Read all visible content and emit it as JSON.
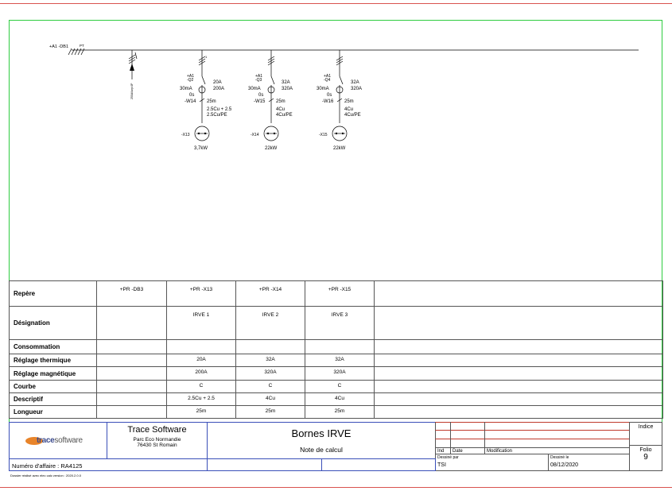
{
  "schematic": {
    "source_label": "+A1 -DB1",
    "source_tag": "PT",
    "feed_label": "250A/Iarp/4P",
    "circuits": [
      {
        "cb": "+A1\n-Q2",
        "in": "20A",
        "im": "200A",
        "rcd": "30mA",
        "delay": "0s",
        "cable": "-W14",
        "length": "25m",
        "section": "2.5Cu + 2.5",
        "section2": "2.5Cu/PE",
        "socket": "-X13",
        "power": "3,7kW"
      },
      {
        "cb": "+A1\n-Q3",
        "in": "32A",
        "im": "320A",
        "rcd": "30mA",
        "delay": "0s",
        "cable": "-W15",
        "length": "25m",
        "section": "4Cu",
        "section2": "4Cu/PE",
        "socket": "-X14",
        "power": "22kW"
      },
      {
        "cb": "+A1\n-Q4",
        "in": "32A",
        "im": "320A",
        "rcd": "30mA",
        "delay": "0s",
        "cable": "-W16",
        "length": "25m",
        "section": "4Cu",
        "section2": "4Cu/PE",
        "socket": "-X15",
        "power": "22kW"
      }
    ]
  },
  "table": {
    "rows": [
      {
        "label": "Repère",
        "cells": [
          "+PR -DB3",
          "+PR -X13",
          "+PR -X14",
          "+PR -X15",
          ""
        ]
      },
      {
        "label": "Désignation",
        "cells": [
          "",
          "IRVE 1",
          "IRVE 2",
          "IRVE 3",
          ""
        ]
      },
      {
        "label": "Consommation",
        "cells": [
          "",
          "",
          "",
          "",
          ""
        ]
      },
      {
        "label": "Réglage thermique",
        "cells": [
          "",
          "20A",
          "32A",
          "32A",
          ""
        ]
      },
      {
        "label": "Réglage magnétique",
        "cells": [
          "",
          "200A",
          "320A",
          "320A",
          ""
        ]
      },
      {
        "label": "Courbe",
        "cells": [
          "",
          "C",
          "C",
          "C",
          ""
        ]
      },
      {
        "label": "Descriptif",
        "cells": [
          "",
          "2.5Cu + 2.5",
          "4Cu",
          "4Cu",
          ""
        ]
      },
      {
        "label": "Longueur",
        "cells": [
          "",
          "25m",
          "25m",
          "25m",
          ""
        ]
      }
    ]
  },
  "title_block": {
    "logo_main": "trace",
    "logo_sub": "software",
    "company": "Trace Software",
    "address1": "Parc Eco Normandie",
    "address2": "76430 St Romain",
    "title": "Bornes IRVE",
    "subtitle": "Note de calcul",
    "affaire": "Numéro d'affaire : RA4125",
    "footer": "Dossier réalisé avec elec calc version : 2020.2.0.0",
    "ind_label": "Ind",
    "date_label": "Date",
    "modif_label": "Modification",
    "dessine_par_label": "Dessiné par",
    "dessine_par": "TSI",
    "dessine_le_label": "Dessiné le",
    "dessine_le": "08/12/2020",
    "indice_label": "Indice",
    "folio_label": "Folio",
    "folio": "9"
  },
  "colors": {
    "frame": "#2ecc40",
    "edge": "#d9534f",
    "revision": "#c0392b",
    "title": "#3a4fb8"
  }
}
